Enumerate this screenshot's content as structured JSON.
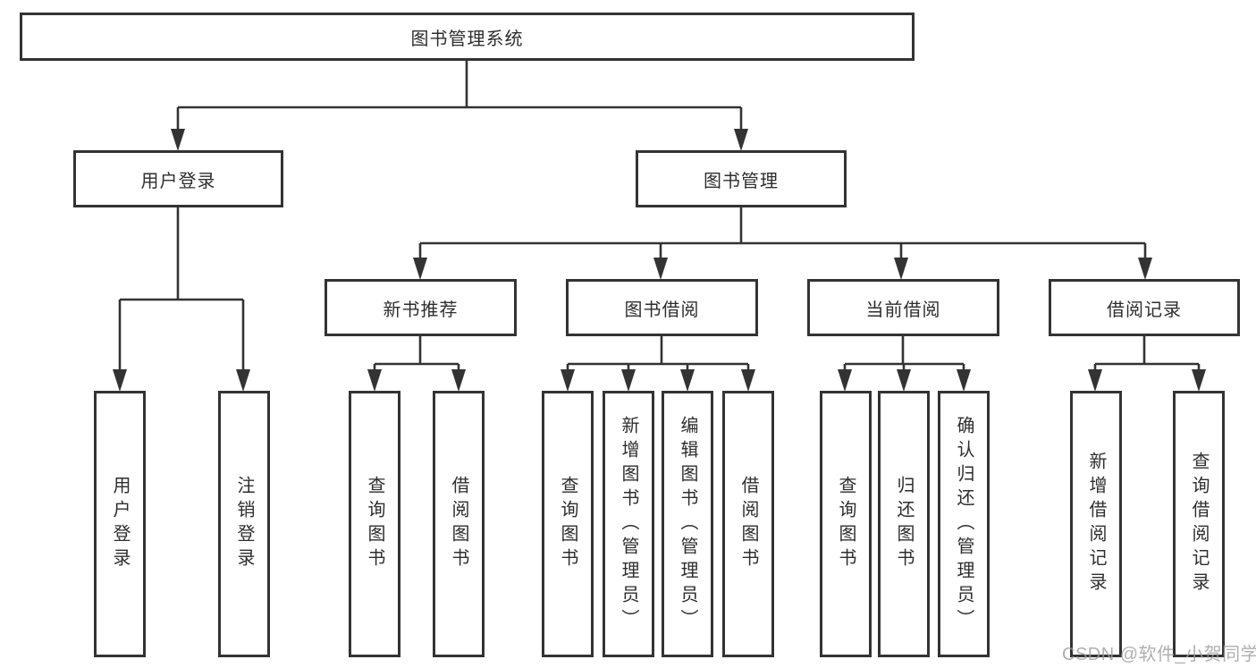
{
  "diagram_title": "图书管理系统",
  "colors": {
    "line": "#333333",
    "box_border": "#333333",
    "text": "#2e2e2e",
    "watermark": "#9e9e9e",
    "background": "#ffffff"
  },
  "tree": {
    "label": "图书管理系统",
    "children": [
      {
        "label": "用户登录",
        "children": [
          {
            "label": "用户登录"
          },
          {
            "label": "注销登录"
          }
        ]
      },
      {
        "label": "图书管理",
        "children": [
          {
            "label": "新书推荐",
            "children": [
              {
                "label": "查询图书"
              },
              {
                "label": "借阅图书"
              }
            ]
          },
          {
            "label": "图书借阅",
            "children": [
              {
                "label": "查询图书"
              },
              {
                "label": "新增图书（管理员）"
              },
              {
                "label": "编辑图书（管理员）"
              },
              {
                "label": "借阅图书"
              }
            ]
          },
          {
            "label": "当前借阅",
            "children": [
              {
                "label": "查询图书"
              },
              {
                "label": "归还图书"
              },
              {
                "label": "确认归还（管理员）"
              }
            ]
          },
          {
            "label": "借阅记录",
            "children": [
              {
                "label": "新增借阅记录"
              },
              {
                "label": "查询借阅记录"
              }
            ]
          }
        ]
      }
    ]
  },
  "watermark": "CSDN @软件_小贺同学"
}
